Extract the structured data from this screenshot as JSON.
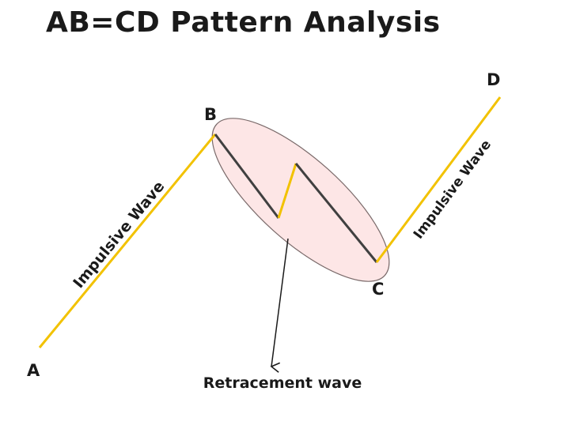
{
  "title": "AB=CD Pattern Analysis",
  "points": {
    "a": "A",
    "b": "B",
    "c": "C",
    "d": "D"
  },
  "labels": {
    "impulsive_left": "Impulsive Wave",
    "impulsive_right": "Impulsive Wave",
    "retracement": "Retracement wave"
  },
  "colors": {
    "impulse_line": "#f2c200",
    "retracement_line": "#404040",
    "highlight_fill": "#fde6e6",
    "highlight_stroke": "#7a6a6a",
    "text": "#1a1a1a"
  }
}
